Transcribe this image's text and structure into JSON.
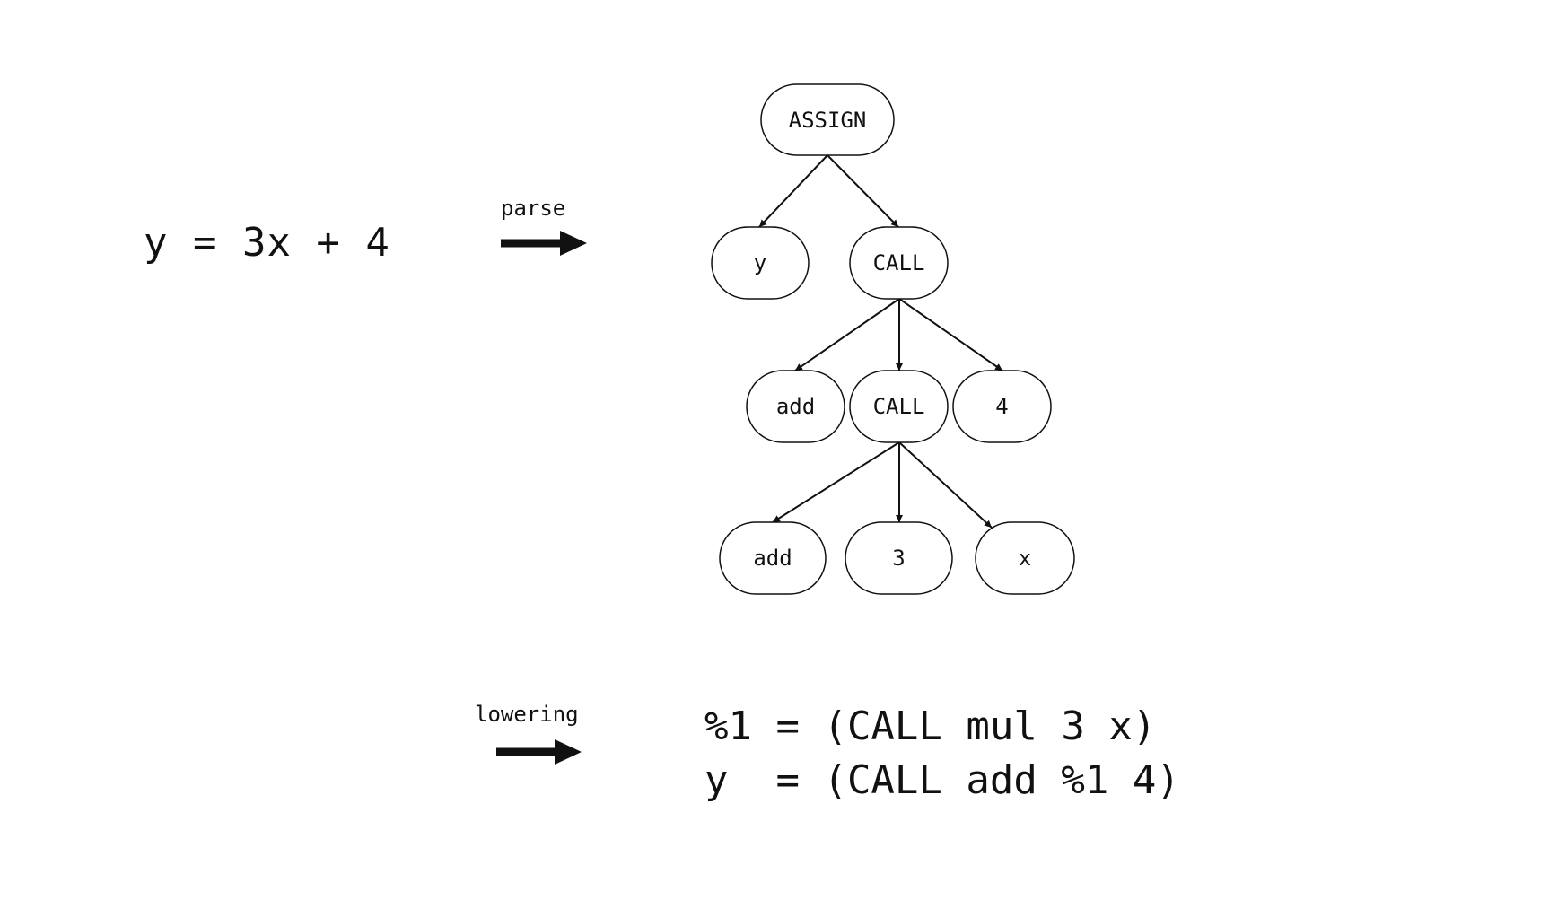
{
  "source_expression": "y = 3x + 4",
  "arrows": {
    "parse_label": "parse",
    "lowering_label": "lowering"
  },
  "tree": {
    "root": {
      "label": "ASSIGN",
      "children": [
        {
          "label": "y"
        },
        {
          "label": "CALL",
          "children": [
            {
              "label": "add"
            },
            {
              "label": "CALL",
              "children": [
                {
                  "label": "add"
                },
                {
                  "label": "3"
                },
                {
                  "label": "x"
                }
              ]
            },
            {
              "label": "4"
            }
          ]
        }
      ]
    }
  },
  "ir": {
    "lines": [
      "%1 = (CALL mul 3 x)",
      "y  = (CALL add %1 4)"
    ]
  },
  "colors": {
    "stroke": "#111111",
    "background": "#ffffff"
  }
}
